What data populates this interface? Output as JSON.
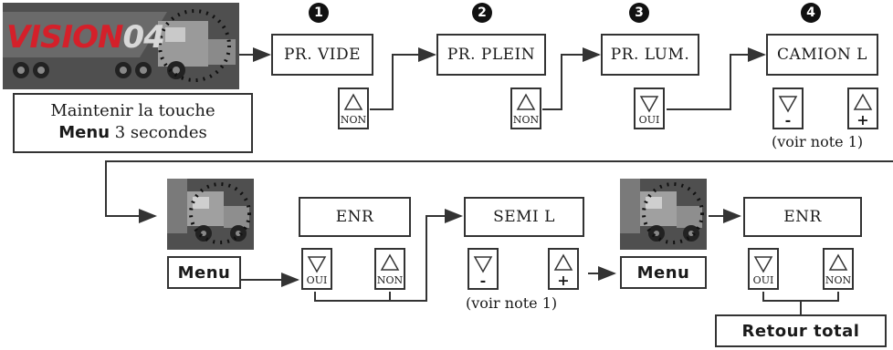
{
  "logo": {
    "text_a": "VISION",
    "text_b": "04"
  },
  "instruction": {
    "line1": "Maintenir la touche",
    "line2_bold": "Menu",
    "line2_rest": " 3 secondes"
  },
  "steps": [
    {
      "num": "1",
      "display": "PR. VIDE",
      "key_label": "NON"
    },
    {
      "num": "2",
      "display": "PR. PLEIN",
      "key_label": "NON"
    },
    {
      "num": "3",
      "display": "PR. LUM.",
      "key_label": "OUI"
    },
    {
      "num": "4",
      "display": "CAMION L",
      "key_minus": "-",
      "key_plus": "+",
      "note": "(voir note 1)"
    }
  ],
  "row2": {
    "menu1": "Menu",
    "enr1": {
      "display": "ENR",
      "key_oui": "OUI",
      "key_non": "NON"
    },
    "semi": {
      "display": "SEMI L",
      "key_minus": "-",
      "key_plus": "+",
      "note": "(voir note 1)"
    },
    "menu2": "Menu",
    "enr2": {
      "display": "ENR",
      "key_oui": "OUI",
      "key_non": "NON"
    },
    "retour": "Retour total"
  },
  "colors": {
    "line": "#333333",
    "logo_red": "#d4202a",
    "logo_gray": "#c8c8c8",
    "photo_bg": "#5a5a5a"
  }
}
